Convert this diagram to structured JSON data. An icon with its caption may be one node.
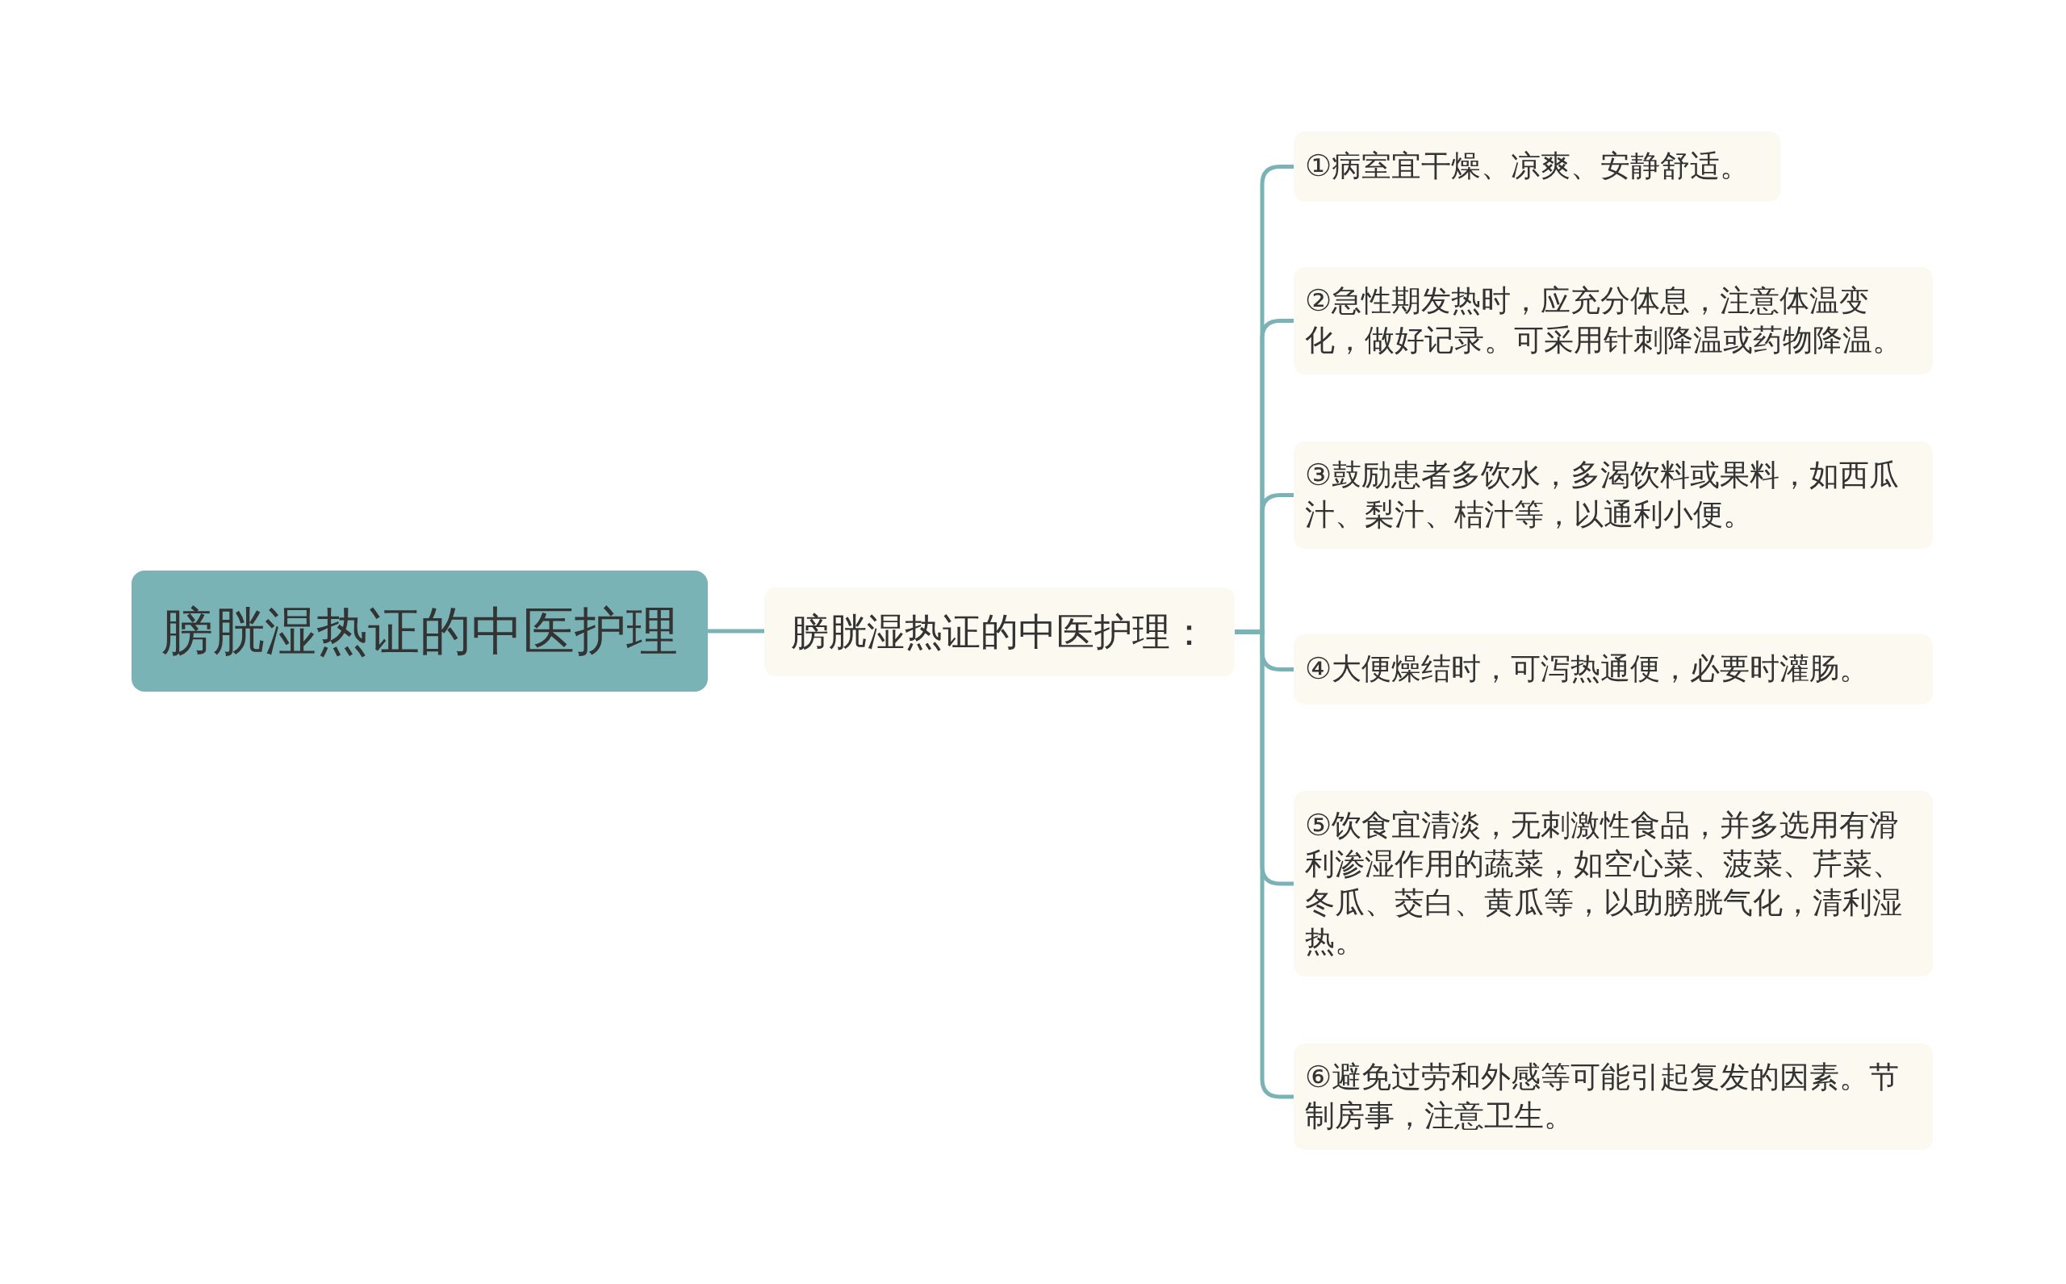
{
  "diagram": {
    "nodes": [
      {
        "text": [
          "膀胱湿热证的中医护理"
        ]
      },
      {
        "text": [
          "膀胱湿热证的中医护理："
        ]
      },
      {
        "text": [
          "①病室宜干燥、凉爽、安静舒适。"
        ]
      },
      {
        "text": [
          "②急性期发热时，应充分体息，注意体温变化，做好记录。可采用针刺降温或药物降温。"
        ]
      },
      {
        "text": [
          "③鼓励患者多饮水，多渴饮料或果料，如西瓜汁、梨汁、桔汁等，以通利小便。"
        ]
      },
      {
        "text": [
          "④大便燥结时，可泻热通便，必要时灌肠。"
        ]
      },
      {
        "text": [
          "⑤饮食宜清淡，无刺激性食品，并多选用有滑利渗湿作用的蔬菜，如空心菜、菠菜、芹菜、冬瓜、茭白、黄瓜等，以助膀胱气化，清利湿热。"
        ]
      },
      {
        "text": [
          "⑥避免过劳和外感等可能引起复发的因素。节制房事，注意卫生。"
        ]
      }
    ],
    "edges": [
      {
        "from": 0,
        "to": 1,
        "arrow": "none"
      },
      {
        "from": 1,
        "to": 2,
        "arrow": "none"
      },
      {
        "from": 1,
        "to": 3,
        "arrow": "none"
      },
      {
        "from": 1,
        "to": 4,
        "arrow": "none"
      },
      {
        "from": 1,
        "to": 5,
        "arrow": "none"
      },
      {
        "from": 1,
        "to": 6,
        "arrow": "none"
      },
      {
        "from": 1,
        "to": 7,
        "arrow": "none"
      }
    ]
  }
}
